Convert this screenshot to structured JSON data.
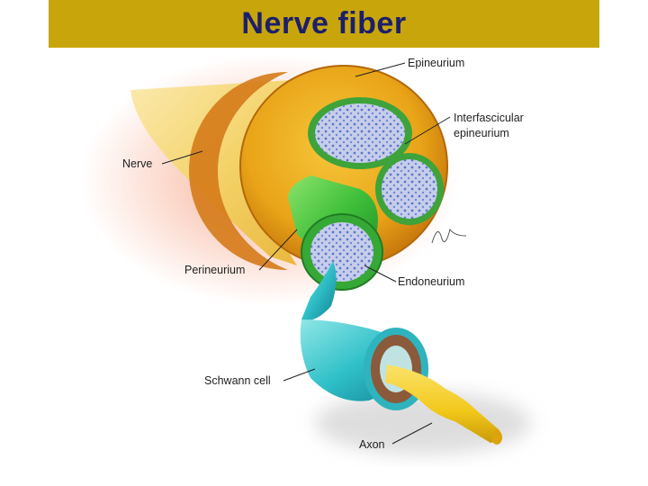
{
  "slide": {
    "title": "Nerve fiber"
  },
  "figure": {
    "labels": {
      "epineurium": "Epineurium",
      "interfascicular_line1": "Interfascicular",
      "interfascicular_line2": "epineurium",
      "nerve": "Nerve",
      "perineurium": "Perineurium",
      "endoneurium": "Endoneurium",
      "schwann_cell": "Schwann cell",
      "axon": "Axon"
    }
  },
  "colors": {
    "title_bar": "#c8a60b",
    "title_text": "#1b1f6b",
    "nerve_sheath": "#f2d36b",
    "epineurium_orange": "#e7a11a",
    "perineurium_green": "#3fbf3a",
    "endoneurium_fill": "#b8c4e8",
    "schwann_cyan": "#2fc0c8",
    "axon_yellow": "#f2c81a"
  }
}
